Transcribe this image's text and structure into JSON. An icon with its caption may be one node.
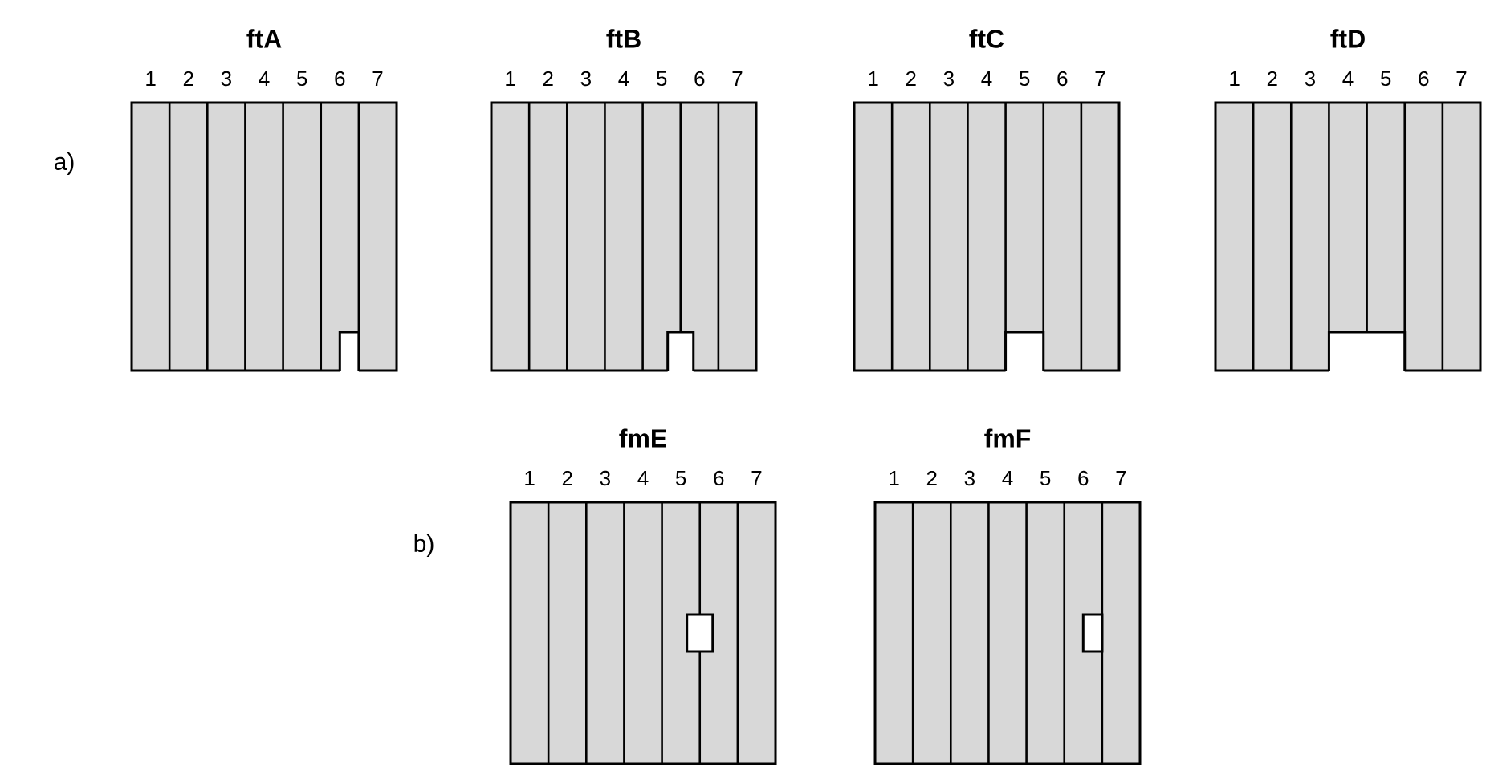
{
  "diagram": {
    "nodes": [
      {
        "text": [
          "ftA"
        ]
      },
      {
        "text": [
          "ftB"
        ]
      },
      {
        "text": [
          "ftC"
        ]
      },
      {
        "text": [
          "ftD"
        ]
      },
      {
        "text": [
          "fmE"
        ]
      },
      {
        "text": [
          "fmF"
        ]
      }
    ],
    "labels": [
      "1",
      "2",
      "3",
      "4",
      "5",
      "6",
      "7",
      "1",
      "2",
      "3",
      "4",
      "5",
      "6",
      "7",
      "1",
      "2",
      "3",
      "4",
      "5",
      "6",
      "7",
      "1",
      "2",
      "3",
      "4",
      "5",
      "6",
      "7",
      "a)",
      "1",
      "2",
      "3",
      "4",
      "5",
      "6",
      "7",
      "1",
      "2",
      "3",
      "4",
      "5",
      "6",
      "7",
      "b)"
    ]
  }
}
